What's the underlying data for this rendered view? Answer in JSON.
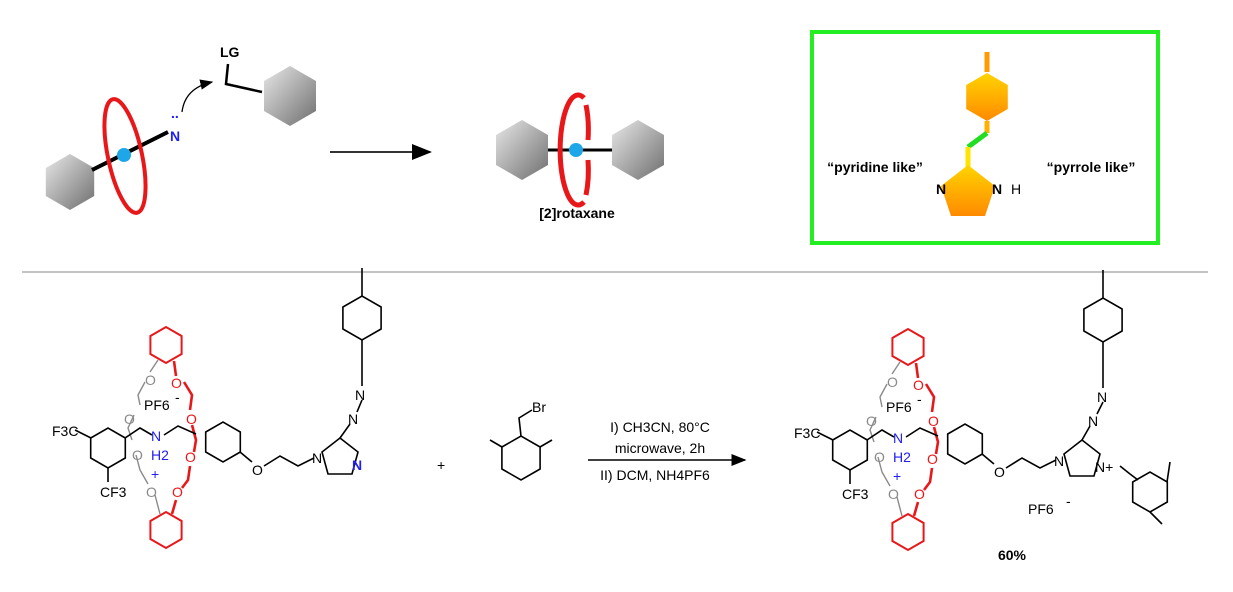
{
  "top_scheme": {
    "leaving_group": "LG",
    "nucleophile": "N",
    "nucleophile_lone_pair": "..",
    "product_label": "[2]rotaxane"
  },
  "inset_box": {
    "left_label": "“pyridine like”",
    "right_label": "“pyrrole like”",
    "n_left": "N",
    "n_right": "N",
    "h_right": "H",
    "border_color": "#22ee22"
  },
  "reactant": {
    "f3c": "F3C",
    "cf3": "CF3",
    "pf6": "PF6",
    "pf6_charge": "-",
    "nh2_n": "N",
    "nh2_h": "H2",
    "nh2_charge": "+",
    "o": "O",
    "imid_n1": "N",
    "imid_n3": "N",
    "azo_n": "N"
  },
  "plus": "+",
  "reagent": {
    "br": "Br"
  },
  "conditions": {
    "line1": "I) CH3CN, 80°C",
    "line2": "microwave, 2h",
    "line3": "II) DCM, NH4PF6"
  },
  "product": {
    "n_plus": "N+",
    "pf6": "PF6",
    "pf6_charge": "-",
    "yield": "60%"
  }
}
